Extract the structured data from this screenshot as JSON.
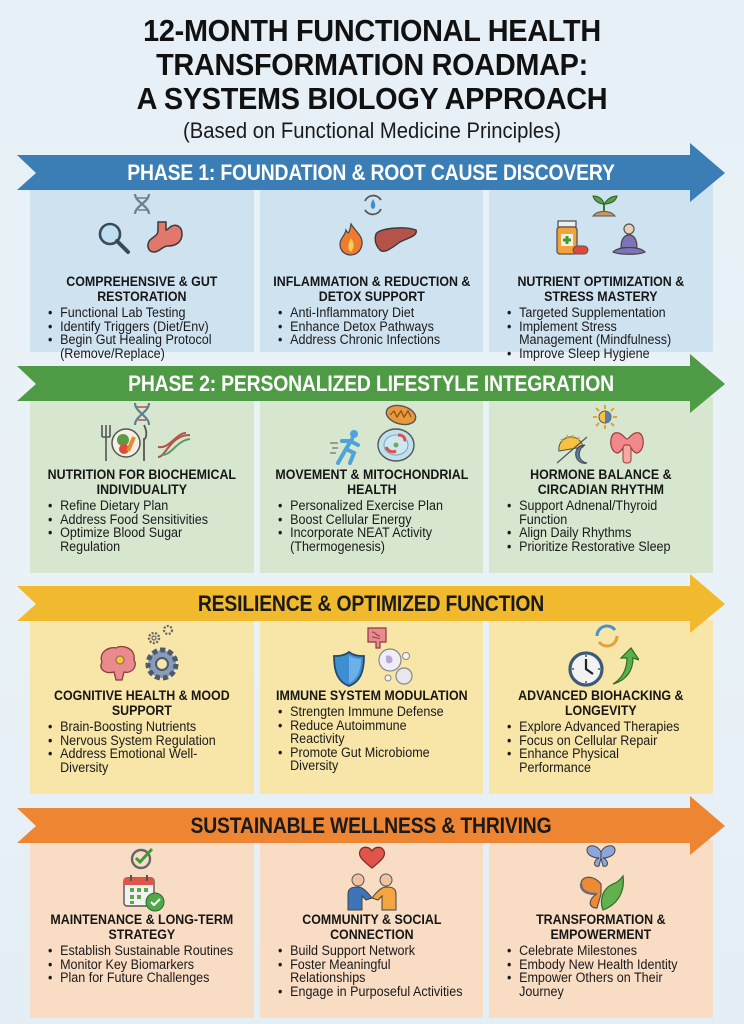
{
  "header": {
    "title_lines": [
      "12-MONTH FUNCTIONAL HEALTH",
      "TRANSFORMATION ROADMAP:",
      "A SYSTEMS BIOLOGY APPROACH"
    ],
    "subtitle": "(Based on Functional Medicine Principles)"
  },
  "phases": [
    {
      "label": "PHASE 1: FOUNDATION & ROOT CAUSE DISCOVERY",
      "banner_color": "#3b7db5",
      "label_color": "#ffffff",
      "panel_color": "#cfe2f0",
      "cards": [
        {
          "title": "COMPREHENSIVE & GUT RESTORATION",
          "icons": [
            "dna-icon",
            "magnifier-icon",
            "stomach-icon"
          ],
          "bullets": [
            "Functional Lab Testing",
            "Identify Triggers (Diet/Env)",
            "Begin Gut Healing Protocol (Remove/Replace)"
          ]
        },
        {
          "title": "INFLAMMATION & REDUCTION & DETOX SUPPORT",
          "icons": [
            "water-cycle-icon",
            "flame-icon",
            "liver-icon"
          ],
          "bullets": [
            "Anti-Inflammatory Diet",
            "Enhance Detox Pathways",
            "Address Chronic Infections"
          ]
        },
        {
          "title": "NUTRIENT OPTIMIZATION & STRESS MASTERY",
          "icons": [
            "sprout-icon",
            "supplement-bottle-icon",
            "meditation-icon"
          ],
          "bullets": [
            "Targeted Supplementation",
            "Implement Stress Management (Mindfulness)",
            "Improve Sleep Hygiene"
          ]
        }
      ]
    },
    {
      "label": "PHASE 2: PERSONALIZED LIFESTYLE INTEGRATION",
      "banner_color": "#4f9a45",
      "label_color": "#ffffff",
      "panel_color": "#d7e6cf",
      "cards": [
        {
          "title": "NUTRITION FOR BIOCHEMICAL INDIVIDUALITY",
          "icons": [
            "dna-icon",
            "plate-icon",
            "dna-strand-icon"
          ],
          "bullets": [
            "Refine Dietary Plan",
            "Address Food Sensitivities",
            "Optimize Blood Sugar Regulation"
          ]
        },
        {
          "title": "MOVEMENT & MITOCHONDRIAL HEALTH",
          "icons": [
            "mitochondria-icon",
            "runner-icon",
            "cell-icon"
          ],
          "bullets": [
            "Personalized Exercise Plan",
            "Boost Cellular Energy",
            "Incorporate NEAT Activity (Thermogenesis)"
          ]
        },
        {
          "title": "HORMONE BALANCE & CIRCADIAN RHYTHM",
          "icons": [
            "sun-half-icon",
            "sun-moon-icon",
            "thyroid-icon"
          ],
          "bullets": [
            "Support Adnenal/Thyroid Function",
            "Align Daily Rhythms",
            "Prioritize Restorative Sleep"
          ]
        }
      ]
    },
    {
      "label": "RESILIENCE & OPTIMIZED FUNCTION",
      "banner_color": "#f0b92e",
      "label_color": "#1a1a1a",
      "panel_color": "#f7e6a8",
      "cards": [
        {
          "title": "COGNITIVE HEALTH & MOOD SUPPORT",
          "icons": [
            "small-gears-icon",
            "brain-icon",
            "gear-icon"
          ],
          "bullets": [
            "Brain-Boosting Nutrients",
            "Nervous System Regulation",
            "Address Emotional Well-Diversity"
          ]
        },
        {
          "title": "IMMUNE SYSTEM MODULATION",
          "icons": [
            "intestine-icon",
            "shield-icon",
            "immune-cells-icon"
          ],
          "bullets": [
            "Strengten Immune Defense",
            "Reduce Autoimmune Reactivity",
            "Promote Gut Microbiome Diversity"
          ]
        },
        {
          "title": "ADVANCED BIOHACKING & LONGEVITY",
          "icons": [
            "cycle-arrows-icon",
            "clock-icon",
            "up-arrow-icon"
          ],
          "bullets": [
            "Explore Advanced Therapies",
            "Focus on Cellular Repair",
            "Enhance Physical Performance"
          ]
        }
      ]
    },
    {
      "label": "SUSTAINABLE WELLNESS & THRIVING",
      "banner_color": "#ee8532",
      "label_color": "#1a1a1a",
      "panel_color": "#f9dcc4",
      "cards": [
        {
          "title": "MAINTENANCE & LONG-TERM STRATEGY",
          "icons": [
            "check-circle-icon",
            "calendar-check-icon"
          ],
          "bullets": [
            "Establish Sustainable Routines",
            "Monitor Key Biomarkers",
            "Plan for Future Challenges"
          ]
        },
        {
          "title": "COMMUNITY & SOCIAL CONNECTION",
          "icons": [
            "heart-icon",
            "handshake-people-icon"
          ],
          "bullets": [
            "Build Support Network",
            "Foster Meaningful Relationships",
            "Engage in Purposeful Activities"
          ]
        },
        {
          "title": "TRANSFORMATION & EMPOWERMENT",
          "icons": [
            "butterfly-icon",
            "butterfly-leaf-icon"
          ],
          "bullets": [
            "Celebrate Milestones",
            "Embody New Health Identity",
            "Empower Others on Their Journey"
          ]
        }
      ]
    }
  ]
}
